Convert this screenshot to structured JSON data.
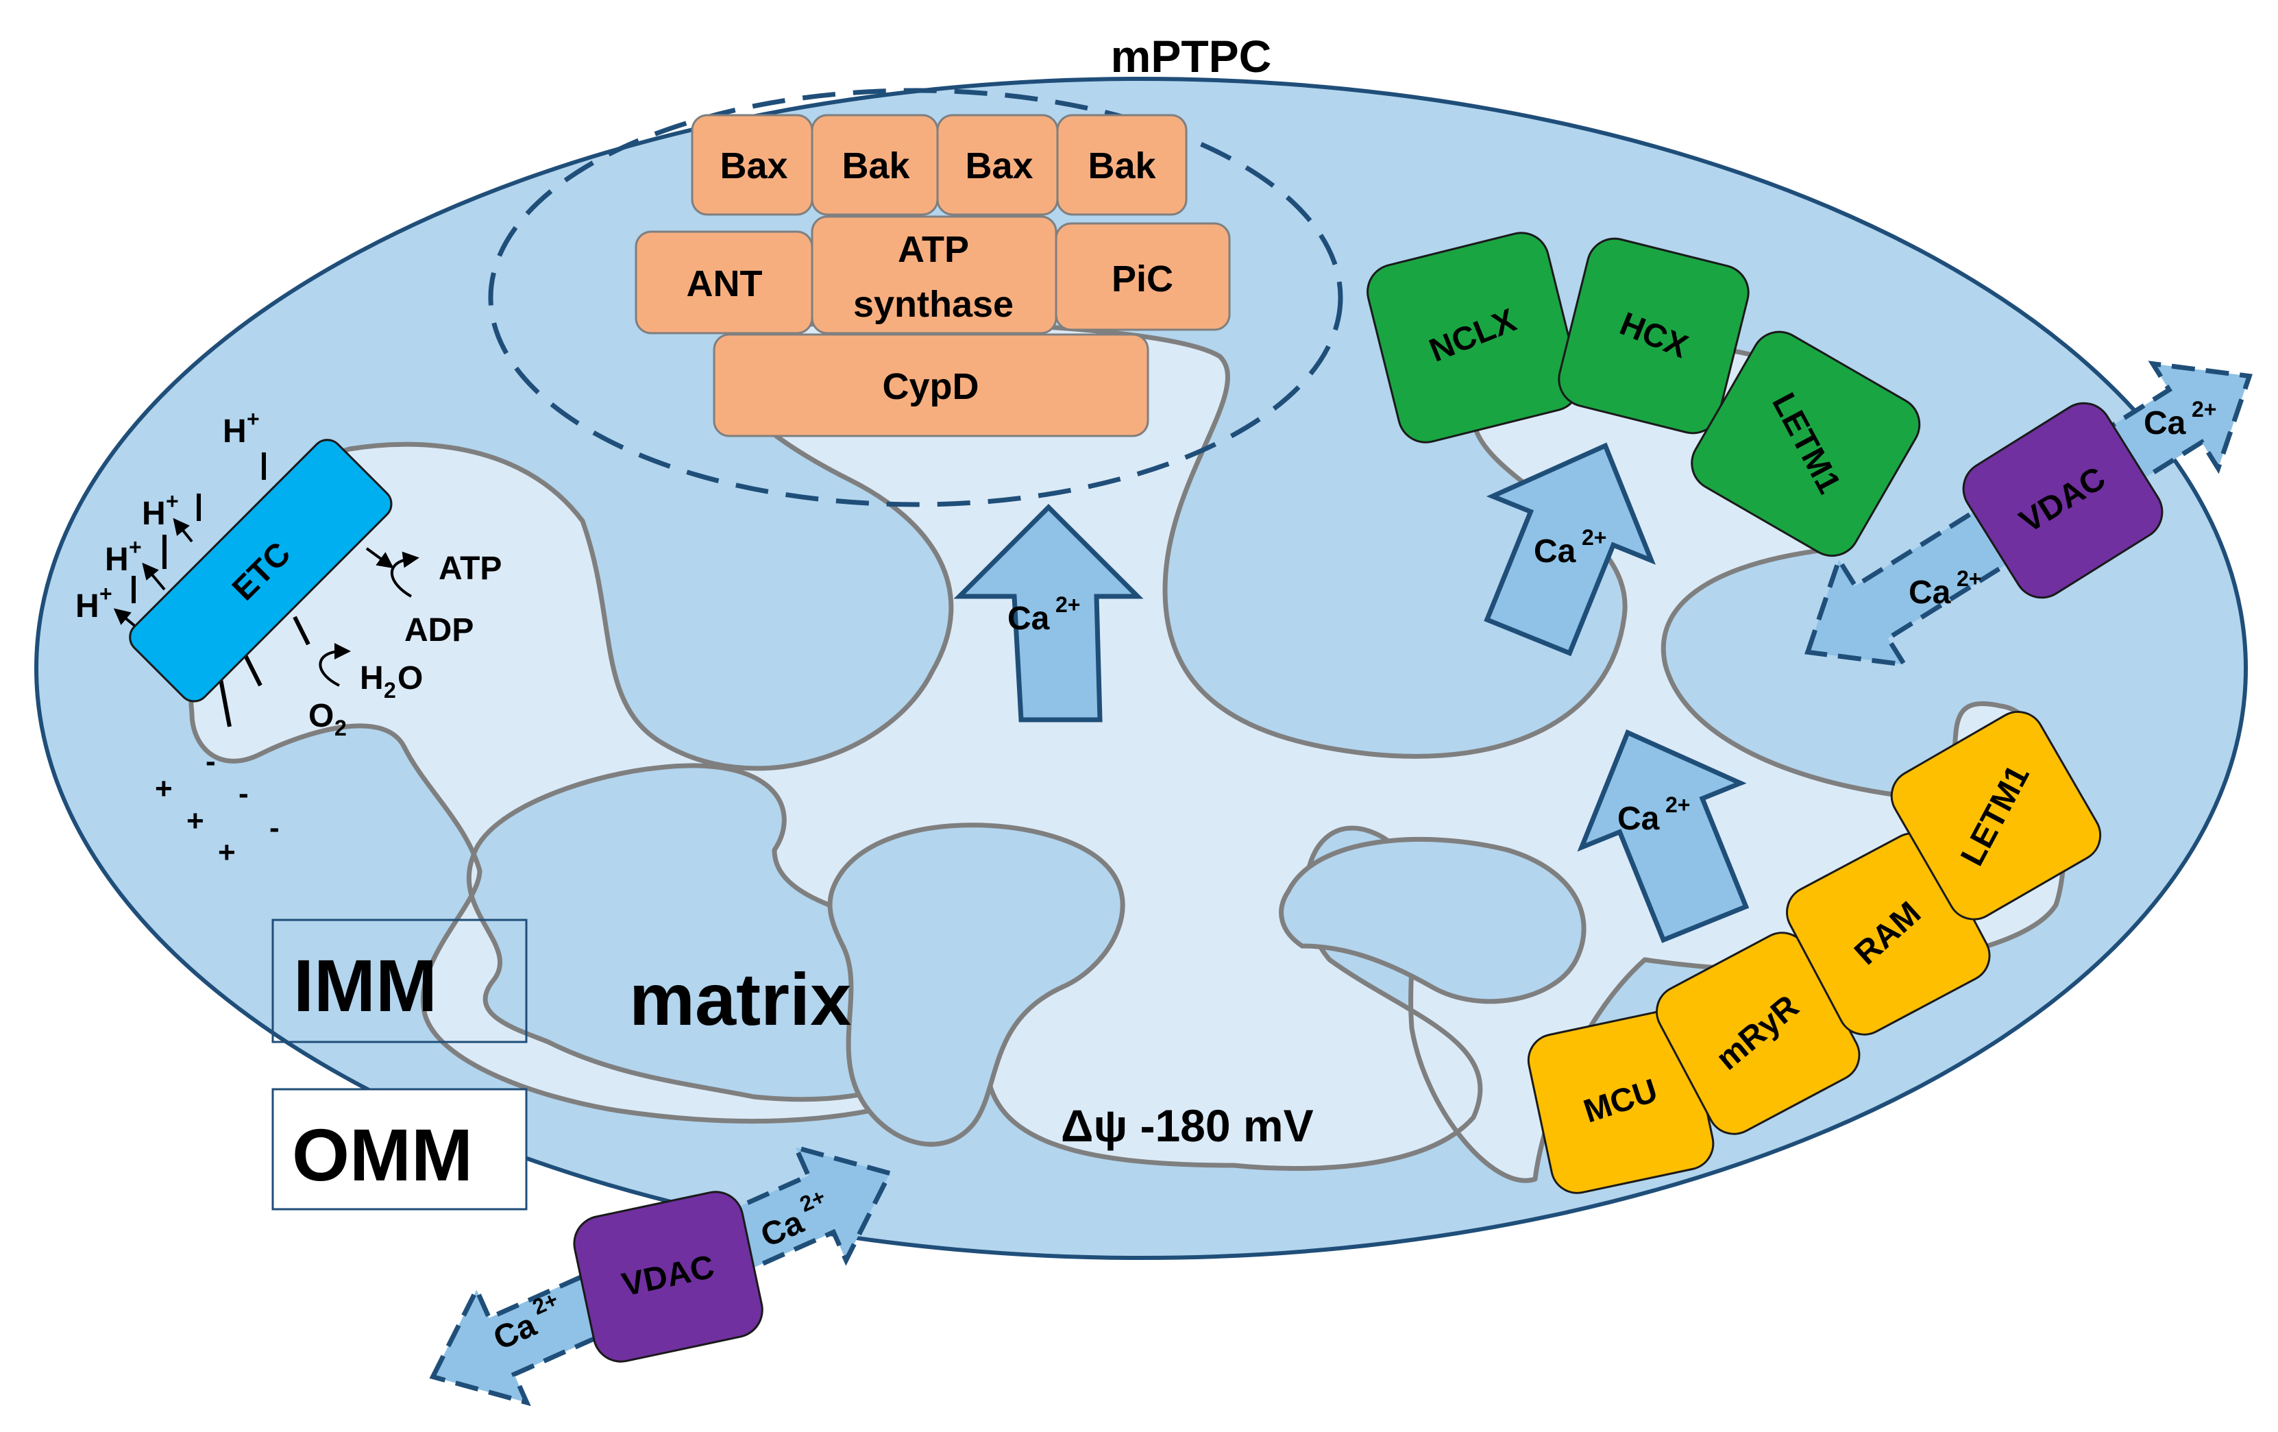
{
  "title": "mPTPC",
  "compartments": {
    "imm": "IMM",
    "omm": "OMM",
    "matrix": "matrix",
    "potential": "Δψ -180 mV"
  },
  "mptpc": {
    "row1": [
      "Bax",
      "Bak",
      "Bax",
      "Bak"
    ],
    "row2": [
      "ANT",
      "ATP",
      "synthase",
      "PiC"
    ],
    "row3": "CypD"
  },
  "etc": {
    "label": "ETC",
    "h": "H",
    "plus": "+",
    "atp": "ATP",
    "adp": "ADP",
    "h2o_h": "H",
    "h2o_sub": "2",
    "h2o_o": "O",
    "o2_o": "O",
    "o2_sub": "2",
    "minus": "-"
  },
  "exchangers": [
    "NCLX",
    "HCX",
    "LETM1"
  ],
  "uptake": [
    "MCU",
    "mRyR",
    "RAM",
    "LETM1"
  ],
  "vdac": "VDAC",
  "calcium": {
    "base": "Ca",
    "charge": "2+"
  },
  "colors": {
    "omm_fill": "#b3d5ee",
    "matrix_fill": "#dbeaf7",
    "membrane_stroke": "#7f7f7f",
    "outline": "#1f4e79",
    "mptpc_box": "#f7ae7f",
    "exchanger_box": "#1aa543",
    "uptake_box": "#fdbf00",
    "vdac_box": "#7030a0",
    "etc_box": "#00aff0",
    "arrow_fill": "#8fc2e6"
  }
}
